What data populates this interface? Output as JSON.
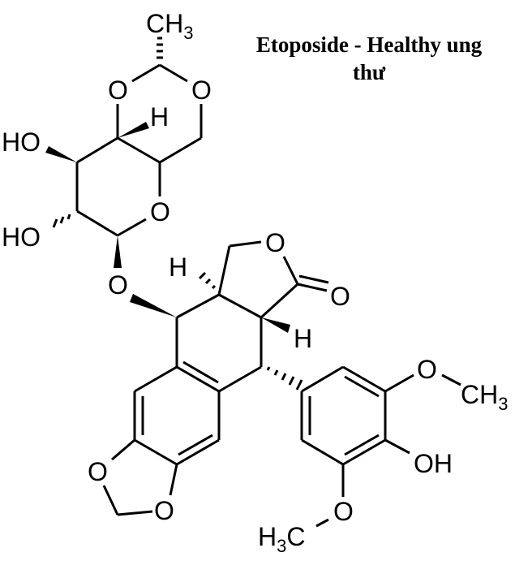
{
  "title": {
    "line1": "Etoposide - Healthy ung",
    "line2": "thư"
  },
  "molecule": {
    "name": "Etoposide",
    "labels": {
      "ch3_top": "CH",
      "ch3_top_sub": "3",
      "o_acetal_left": "O",
      "o_acetal_right": "O",
      "h_sugar": "H",
      "ho_upper": "HO",
      "ho_lower": "HO",
      "o_ring_sugar": "O",
      "o_glycosidic": "O",
      "h_lactone_left": "H",
      "o_lactone_ring": "O",
      "o_carbonyl": "O",
      "h_lactone_right": "H",
      "o_methylenedioxy_left": "O",
      "o_methylenedioxy_bottom": "O",
      "o_methoxy_top": "O",
      "ch3_right": "CH",
      "ch3_right_sub": "3",
      "oh_phenol": "OH",
      "o_methoxy_bottom": "O",
      "h3c_h": "H",
      "h3c_sub": "3",
      "h3c_c": "C"
    }
  }
}
